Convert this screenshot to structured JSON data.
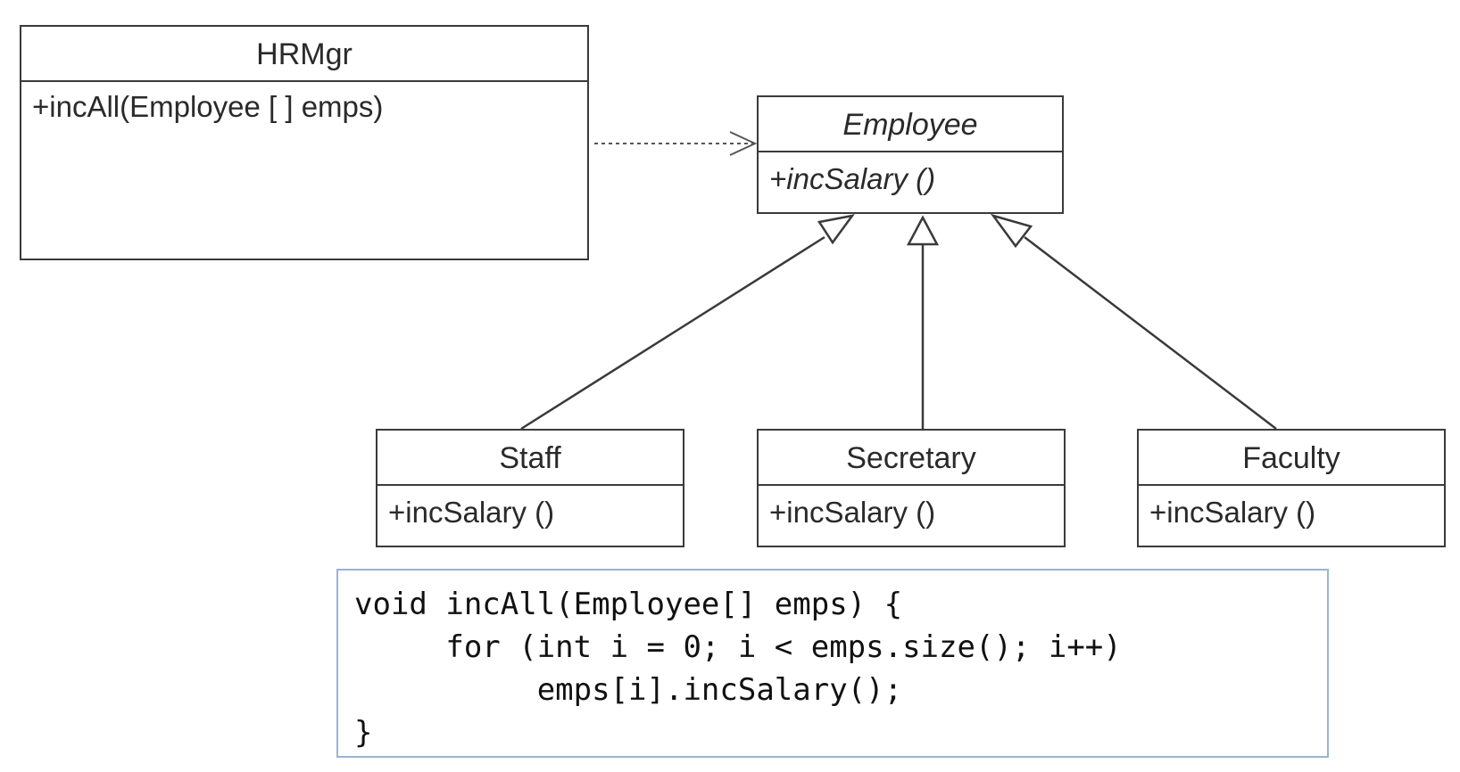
{
  "classes": {
    "hrmgr": {
      "name": "HRMgr",
      "operation": "+incAll(Employee [ ] emps)"
    },
    "employee": {
      "name": "Employee",
      "operation": "+incSalary ()",
      "abstract": true
    },
    "staff": {
      "name": "Staff",
      "operation": "+incSalary ()"
    },
    "secretary": {
      "name": "Secretary",
      "operation": "+incSalary ()"
    },
    "faculty": {
      "name": "Faculty",
      "operation": "+incSalary ()"
    }
  },
  "relations": [
    {
      "type": "dependency",
      "from": "HRMgr",
      "to": "Employee"
    },
    {
      "type": "generalization",
      "from": "Staff",
      "to": "Employee"
    },
    {
      "type": "generalization",
      "from": "Secretary",
      "to": "Employee"
    },
    {
      "type": "generalization",
      "from": "Faculty",
      "to": "Employee"
    }
  ],
  "code": {
    "lines": [
      "void incAll(Employee[] emps) {",
      "     for (int i = 0; i < emps.size(); i++)",
      "          emps[i].incSalary();",
      "}"
    ]
  },
  "colors": {
    "line": "#3a3a3a",
    "code_border": "#9ab3d6"
  }
}
